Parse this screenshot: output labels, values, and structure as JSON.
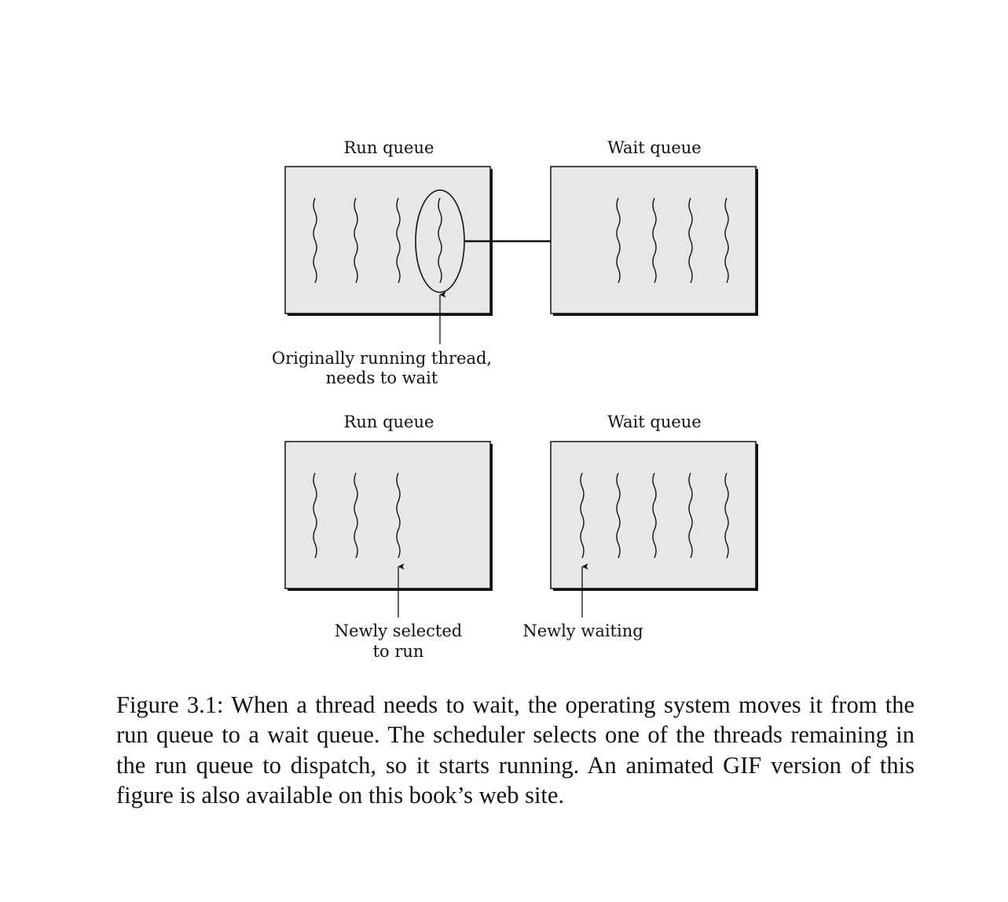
{
  "figure": {
    "top_left_panel": {
      "title": "Run queue",
      "annotation_line1": "Originally running thread,",
      "annotation_line2": "needs to wait"
    },
    "top_right_panel": {
      "title": "Wait queue"
    },
    "bottom_left_panel": {
      "title": "Run queue",
      "annotation_line1": "Newly selected",
      "annotation_line2": "to run"
    },
    "bottom_right_panel": {
      "title": "Wait queue",
      "annotation_line1": "Newly waiting"
    }
  },
  "caption": {
    "text": "Figure 3.1: When a thread needs to wait, the operating system moves it from the run queue to a wait queue. The scheduler selects one of the threads remaining in the run queue to dispatch, so it starts running. An animated GIF version of this figure is also available on this book’s web site."
  },
  "colors": {
    "queue_fill": "#e6e7e9",
    "ink": "#111111"
  }
}
